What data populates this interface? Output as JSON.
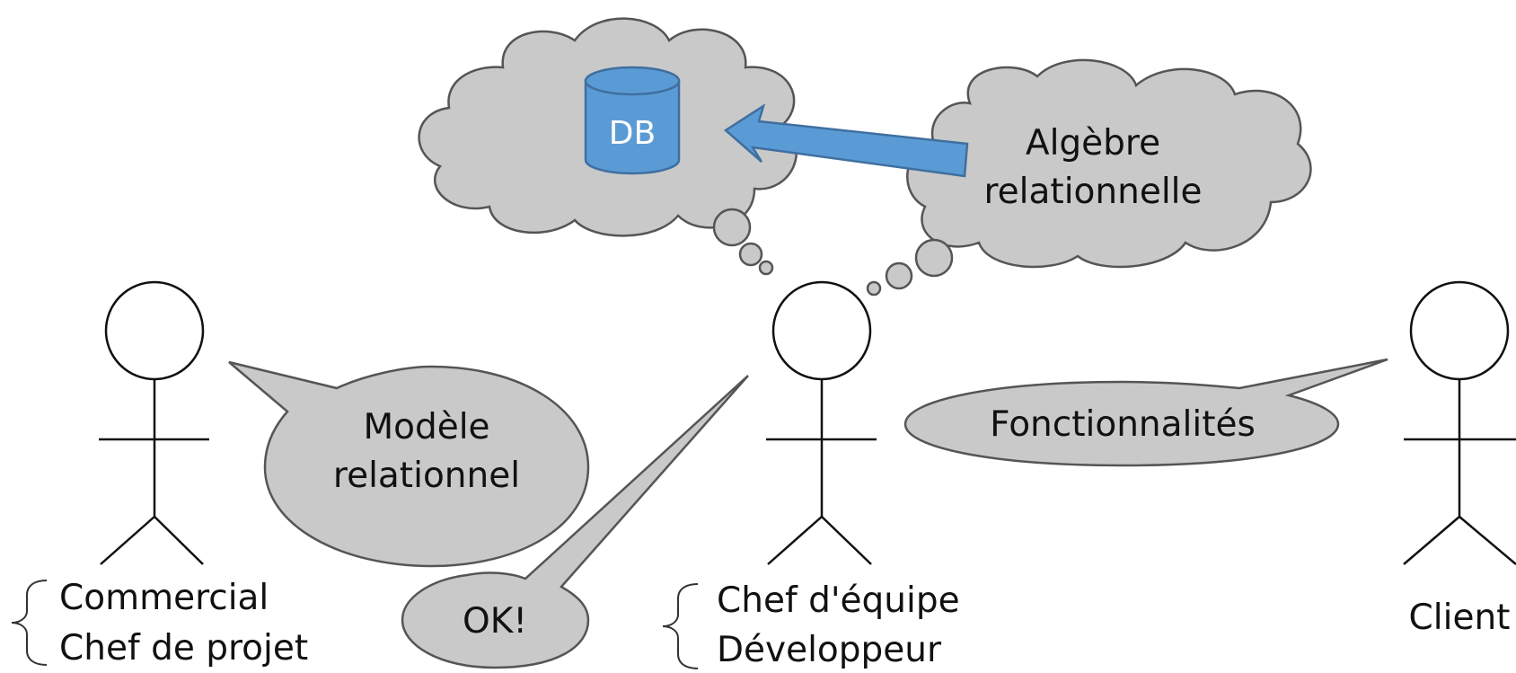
{
  "colors": {
    "bubble_fill": "#c9c9c9",
    "outline": "#555555",
    "db_blue": "#5b9bd5",
    "db_outline": "#3f6f9f",
    "text": "#111111"
  },
  "database": {
    "label": "DB",
    "icon": "database-cylinder-icon"
  },
  "thoughts": {
    "algebra_line1": "Algèbre",
    "algebra_line2": "relationnelle"
  },
  "speech": {
    "model_line1": "Modèle",
    "model_line2": "relationnel",
    "ok": "OK!",
    "features": "Fonctionnalités"
  },
  "actors": {
    "left": {
      "role1": "Commercial",
      "role2": "Chef de projet"
    },
    "middle": {
      "role1": "Chef d'équipe",
      "role2": "Développeur"
    },
    "right": {
      "role1": "Client"
    }
  }
}
